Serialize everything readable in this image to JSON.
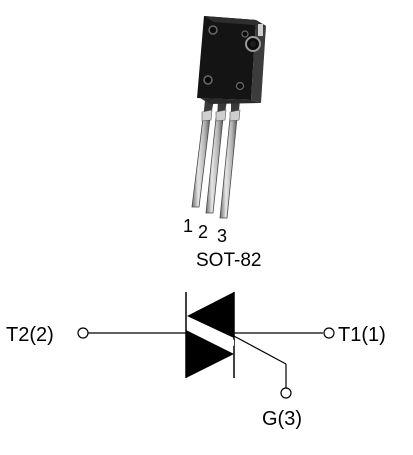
{
  "package": {
    "name": "SOT-82",
    "pin_numbers": [
      "1",
      "2",
      "3"
    ]
  },
  "symbol": {
    "terminal_left": "T2(2)",
    "terminal_right": "T1(1)",
    "terminal_gate": "G(3)"
  },
  "colors": {
    "ink": "#000000",
    "body": "#141414",
    "lead_light": "#d8d8d8",
    "lead_dark": "#6e6e6e",
    "background": "#ffffff"
  }
}
